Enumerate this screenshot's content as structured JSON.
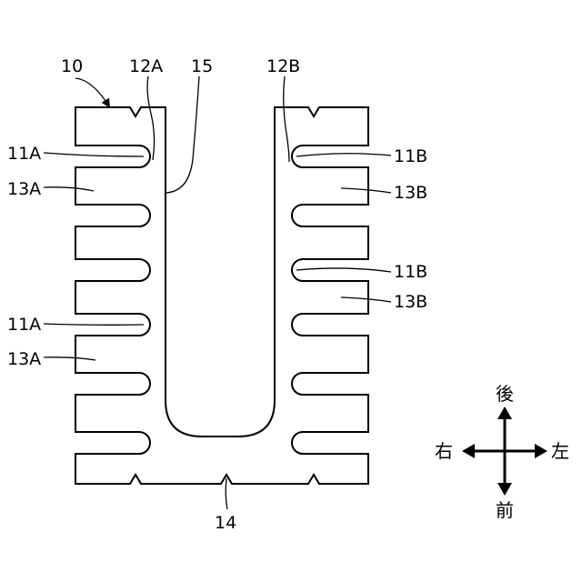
{
  "labels": {
    "ref_10": "10",
    "ref_12A": "12A",
    "ref_15": "15",
    "ref_12B": "12B",
    "ref_11A_upper": "11A",
    "ref_13A_upper": "13A",
    "ref_11A_lower": "11A",
    "ref_13A_lower": "13A",
    "ref_11B_upper": "11B",
    "ref_13B_upper": "13B",
    "ref_11B_lower": "11B",
    "ref_13B_lower": "13B",
    "ref_14": "14"
  },
  "compass": {
    "back": "後",
    "front": "前",
    "right": "右",
    "left": "左"
  },
  "colors": {
    "line": "#000000",
    "background": "#ffffff"
  }
}
